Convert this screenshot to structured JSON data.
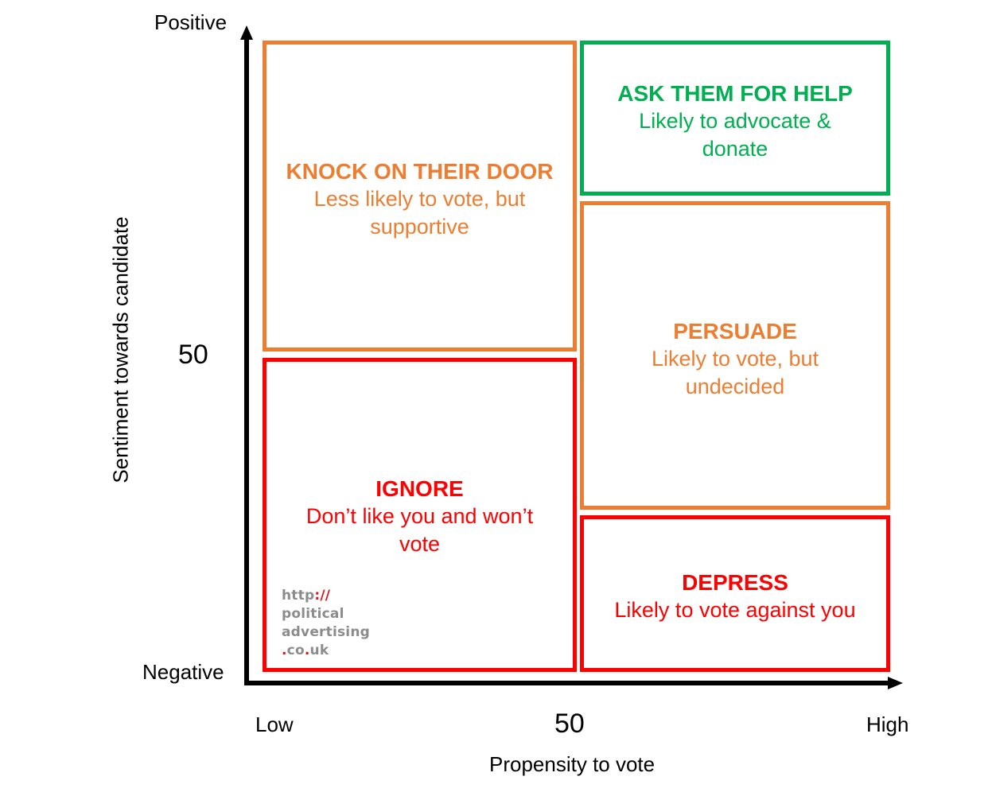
{
  "colors": {
    "green": "#00b050",
    "orange": "#ed7d31",
    "red": "#ff0000",
    "axis": "#000000",
    "watermark_grey": "#8c8c8c",
    "watermark_red": "#e0141e"
  },
  "y_axis": {
    "title": "Sentiment towards candidate",
    "top_label": "Positive",
    "bottom_label": "Negative",
    "mid_label": "50"
  },
  "x_axis": {
    "title": "Propensity to vote",
    "left_label": "Low",
    "right_label": "High",
    "mid_label": "50"
  },
  "quadrants": [
    {
      "id": "knock",
      "title": "KNOCK ON THEIR DOOR",
      "desc_lines": [
        "Less likely to vote, but",
        "supportive"
      ],
      "color": "orange"
    },
    {
      "id": "ignore",
      "title": "IGNORE",
      "desc_lines": [
        "Don’t like you and won’t",
        "vote"
      ],
      "color": "red"
    },
    {
      "id": "ask",
      "title": "ASK THEM FOR HELP",
      "desc_lines": [
        "Likely to advocate &",
        "donate"
      ],
      "color": "green"
    },
    {
      "id": "persuade",
      "title": "PERSUADE",
      "desc_lines": [
        "Likely to vote, but",
        "undecided"
      ],
      "color": "orange"
    },
    {
      "id": "depress",
      "title": "DEPRESS",
      "desc_lines": [
        "Likely to vote against you"
      ],
      "color": "red"
    }
  ],
  "watermark": {
    "line1_grey": "http",
    "line1_red": "://",
    "line2": "political",
    "line3": "advertising",
    "line4_red_dot1": ".",
    "line4_grey1": "co",
    "line4_red_dot2": ".",
    "line4_grey2": "uk"
  }
}
